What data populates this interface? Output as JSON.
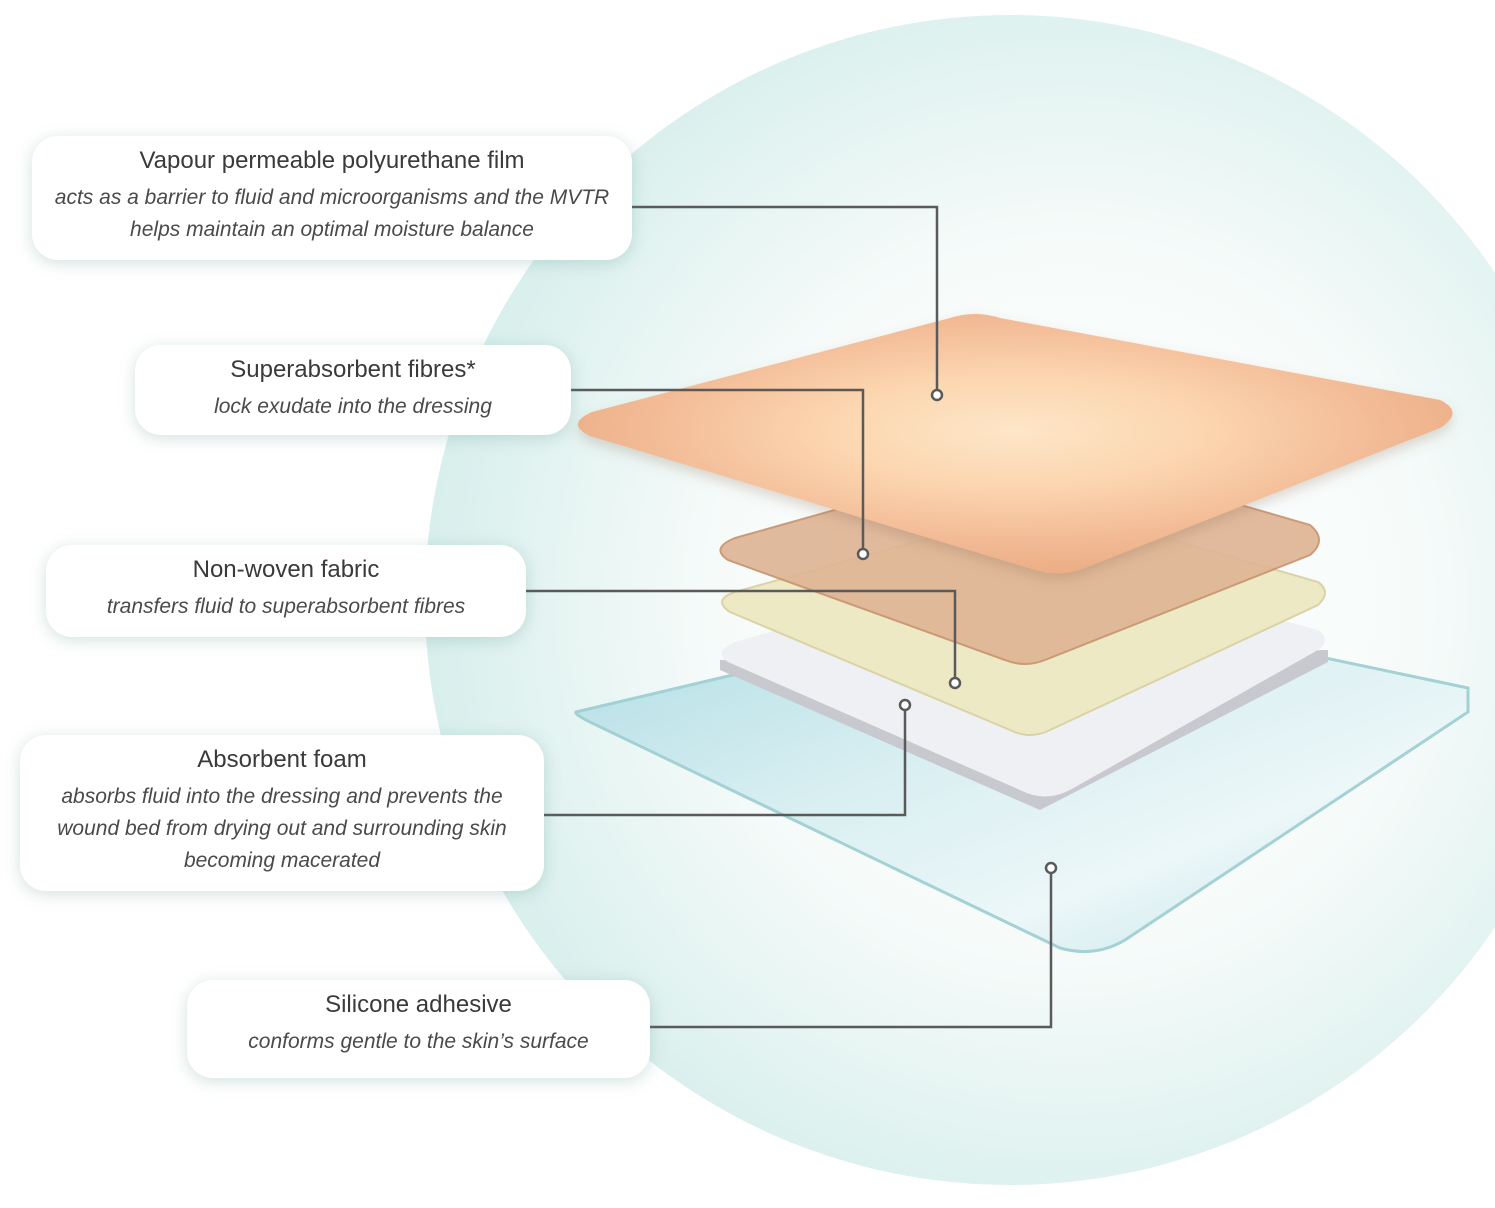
{
  "callouts": [
    {
      "title": "Vapour permeable polyurethane film",
      "desc": "acts as a barrier to fluid and microorganisms and the MVTR helps maintain an optimal moisture balance"
    },
    {
      "title": "Superabsorbent fibres*",
      "desc": "lock exudate into the dressing"
    },
    {
      "title": "Non-woven fabric",
      "desc": "transfers fluid to superabsorbent fibres"
    },
    {
      "title": "Absorbent foam",
      "desc": "absorbs fluid into the dressing and prevents the wound bed from drying out and surrounding skin becoming macerated"
    },
    {
      "title": "Silicone adhesive",
      "desc": "conforms gentle to the skin’s surface"
    }
  ],
  "colors": {
    "background_circle": "#e4f3f1",
    "film_layer": "#efb48f",
    "fibres_layer": "#dfb595",
    "fabric_layer": "#ece9c4",
    "foam_layer": "#eff0f3",
    "adhesive_layer": "#bfe5ea",
    "leader_line": "#5a5a5a"
  }
}
